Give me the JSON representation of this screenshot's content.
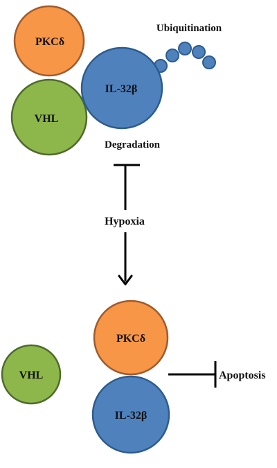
{
  "colors": {
    "pkc_fill": "#F79646",
    "pkc_stroke": "#A05A2C",
    "il32_fill": "#4F81BD",
    "il32_stroke": "#2C5C8F",
    "vhl_fill": "#8DB74A",
    "vhl_stroke": "#4E6B2A",
    "ubiquitin_fill": "#4F81BD",
    "line": "#000000"
  },
  "top_complex": {
    "pkc_label": "PKCδ",
    "il32_label": "IL-32β",
    "vhl_label": "VHL",
    "ubiquitination_label": "Ubiquitination",
    "degradation_label": "Degradation",
    "ubiquitin_count": 5
  },
  "transition": {
    "hypoxia_label": "Hypoxia"
  },
  "bottom_complex": {
    "pkc_label": "PKCδ",
    "il32_label": "IL-32β",
    "vhl_label": "VHL",
    "apoptosis_label": "Apoptosis"
  }
}
